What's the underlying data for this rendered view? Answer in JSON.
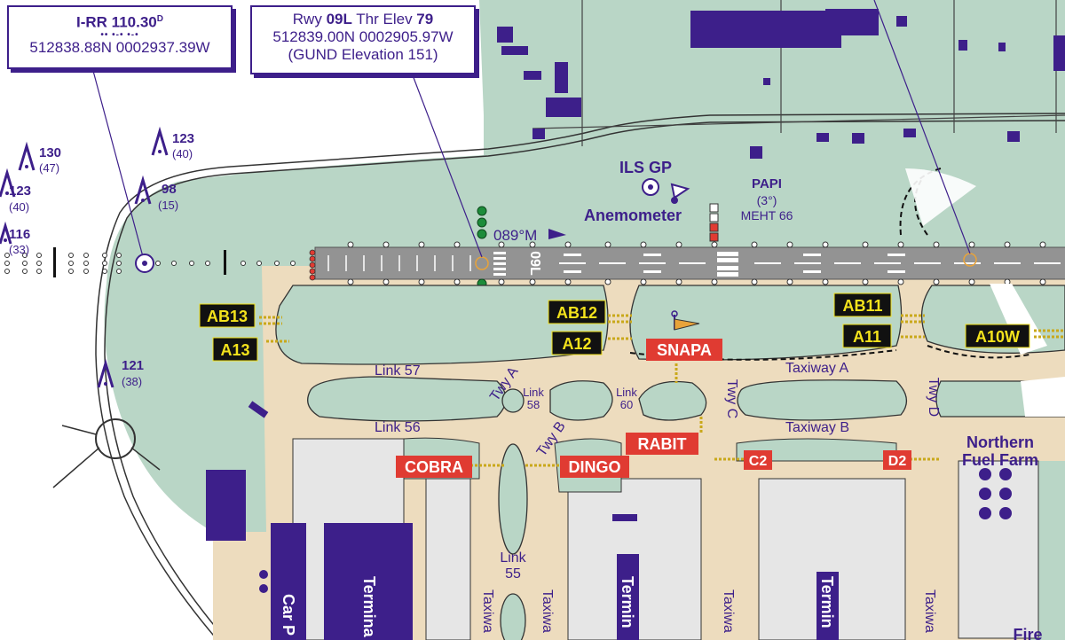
{
  "navaid_box": {
    "ident": "I-RR 110.30",
    "sup": "D",
    "morse": "•• •-• •-•",
    "coords": "512838.88N 0002937.39W"
  },
  "threshold_box": {
    "line1_pre": "Rwy ",
    "runway": "09L",
    "line1_mid": " Thr Elev ",
    "elev": "79",
    "coords": "512839.00N 0002905.97W",
    "gund": "(GUND Elevation 151)"
  },
  "obstacles": [
    {
      "elev": "130",
      "agl": "(47)"
    },
    {
      "elev": "123",
      "agl": "(40)"
    },
    {
      "elev": "123",
      "agl": "(40)"
    },
    {
      "elev": "98",
      "agl": "(15)"
    },
    {
      "elev": "116",
      "agl": "(33)"
    },
    {
      "elev": "121",
      "agl": "(38)"
    }
  ],
  "facilities": {
    "ils_gp": "ILS GP",
    "anemometer": "Anemometer",
    "papi": "PAPI",
    "papi_angle": "(3°)",
    "meht": "MEHT 66",
    "heading": "089°M",
    "runway_designator": "09L"
  },
  "holding_points": [
    "AB13",
    "A13",
    "AB12",
    "A12",
    "AB11",
    "A11",
    "A10W"
  ],
  "stands": [
    "SNAPA",
    "RABIT",
    "COBRA",
    "DINGO",
    "C2",
    "D2"
  ],
  "taxi_labels": {
    "link57": "Link 57",
    "link56": "Link 56",
    "link58a": "Link",
    "link58b": "58",
    "link60a": "Link",
    "link60b": "60",
    "link55a": "Link",
    "link55b": "55",
    "twy_a": "Twy A",
    "twy_b": "Twy B",
    "twy_c": "Twy C",
    "twy_d": "Twy D",
    "taxiway_a": "Taxiway A",
    "taxiway_b": "Taxiway B",
    "taxiway_v1": "Taxiwa",
    "taxiway_v2": "Taxiwa",
    "taxiway_v3": "Taxiwa",
    "taxiway_v4": "Taxiwa"
  },
  "buildings": {
    "fuel1": "Northern",
    "fuel2": "Fuel Farm",
    "car_park": "Car P",
    "terminal1": "Termina",
    "terminal2": "Termin",
    "terminal3": "Termin",
    "fire": "Fire"
  },
  "colors": {
    "grass": "#b9d6c6",
    "taxiway": "#eddcbe",
    "runway": "#939393",
    "building": "#3d1f8a",
    "label_purple": "#3d1f8a",
    "holding_bg": "#111111",
    "holding_text": "#f3e21c",
    "stand_red": "#e03b32",
    "apron": "#e6e6e6"
  }
}
